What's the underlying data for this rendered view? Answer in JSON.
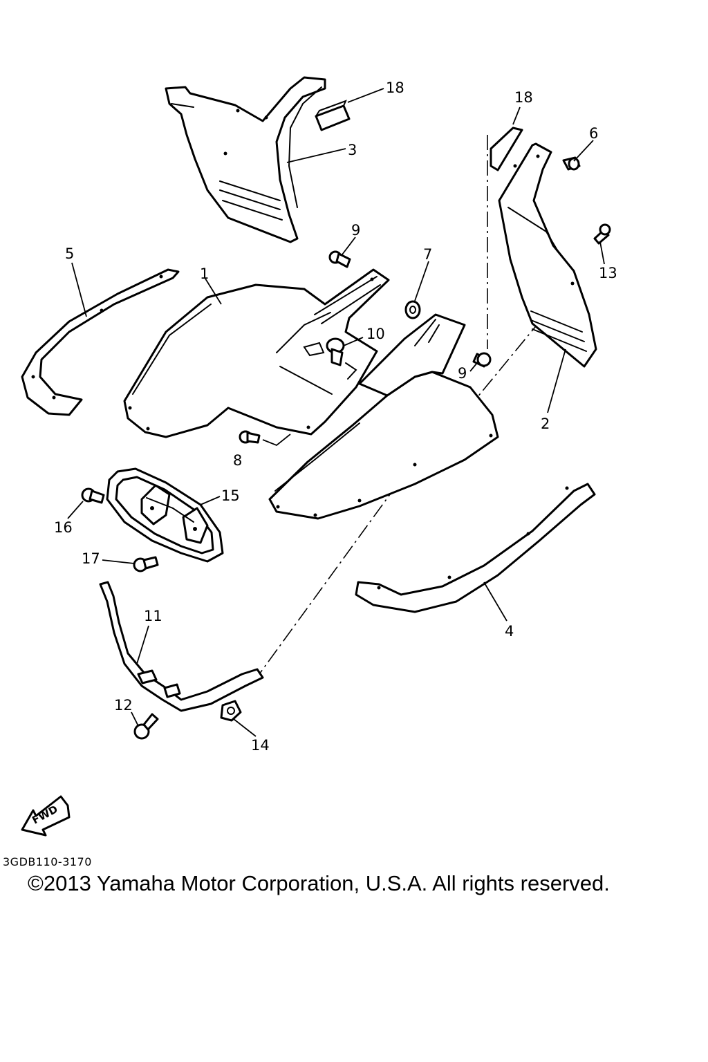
{
  "callouts": {
    "c1": "1",
    "c2": "2",
    "c3": "3",
    "c4": "4",
    "c5": "5",
    "c6": "6",
    "c7": "7",
    "c8": "8",
    "c9a": "9",
    "c9b": "9",
    "c10": "10",
    "c11": "11",
    "c12": "12",
    "c13": "13",
    "c14": "14",
    "c15": "15",
    "c16": "16",
    "c17": "17",
    "c18a": "18",
    "c18b": "18"
  },
  "fwd_label": "FWD",
  "diagram_code": "3GDB110-3170",
  "copyright": "©2013 Yamaha Motor Corporation, U.S.A. All rights reserved."
}
